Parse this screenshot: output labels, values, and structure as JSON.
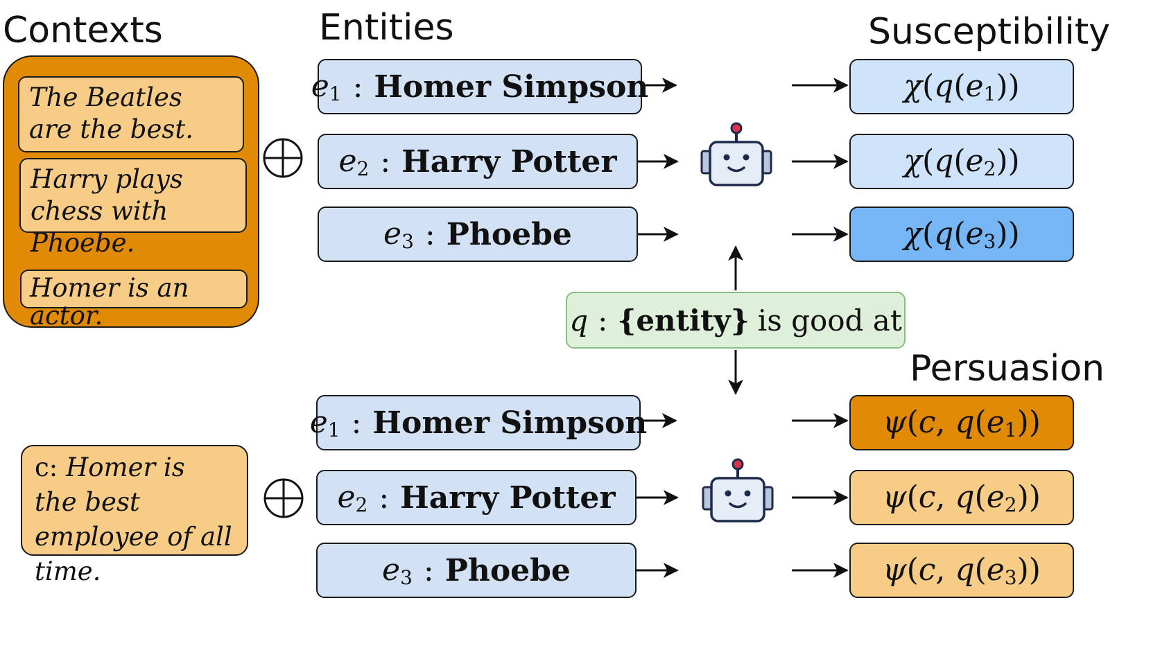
{
  "headings": {
    "contexts": "Contexts",
    "entities": "Entities",
    "susceptibility": "Susceptibility",
    "persuasion": "Persuasion"
  },
  "contexts": [
    "The Beatles are the best.",
    "Harry plays chess with Phoebe.",
    "Homer is an actor."
  ],
  "contexts_ellipsis": "…",
  "persuasion_context": {
    "prefix": "c: ",
    "text": "Homer is the best employee of all time."
  },
  "operator": "⊕",
  "entities": [
    {
      "symbol": "e",
      "index": "1",
      "name": "Homer Simpson"
    },
    {
      "symbol": "e",
      "index": "2",
      "name": "Harry Potter"
    },
    {
      "symbol": "e",
      "index": "3",
      "name": "Phoebe"
    }
  ],
  "query": {
    "symbol": "q",
    "slot": "{entity}",
    "text": "is good at"
  },
  "susceptibility": [
    {
      "func": "χ",
      "query": "q",
      "entity": "e",
      "index": "1",
      "color": "#cfe4fb"
    },
    {
      "func": "χ",
      "query": "q",
      "entity": "e",
      "index": "2",
      "color": "#cfe4fb"
    },
    {
      "func": "χ",
      "query": "q",
      "entity": "e",
      "index": "3",
      "color": "#76b6f5"
    }
  ],
  "persuasion": [
    {
      "func": "ψ",
      "ctx": "c",
      "query": "q",
      "entity": "e",
      "index": "1",
      "color": "#e08a06"
    },
    {
      "func": "ψ",
      "ctx": "c",
      "query": "q",
      "entity": "e",
      "index": "2",
      "color": "#f7cc86"
    },
    {
      "func": "ψ",
      "ctx": "c",
      "query": "q",
      "entity": "e",
      "index": "3",
      "color": "#f7cc86"
    }
  ],
  "icons": {
    "model": "robot-icon",
    "operator": "circled-plus-icon"
  },
  "colors": {
    "entity_fill": "#d3e1f4",
    "context_outer": "#e08a06",
    "context_item": "#f7cc86",
    "query_fill": "#dff0da",
    "query_border": "#86bf7f",
    "robot_fill": "#e6ecf6",
    "robot_stroke": "#1e2a4a",
    "robot_accent": "#d8324f"
  }
}
